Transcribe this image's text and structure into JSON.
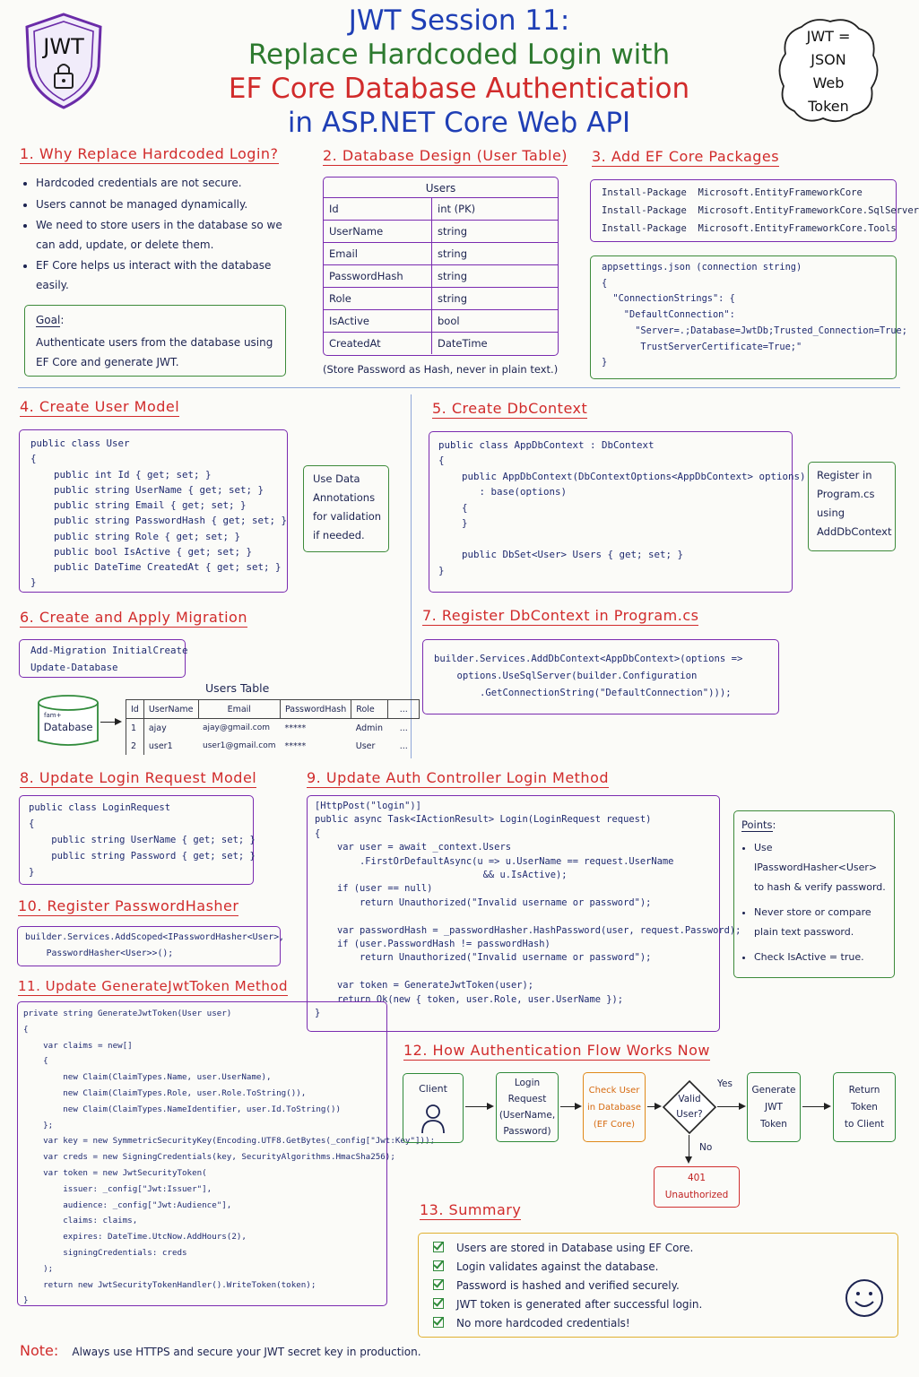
{
  "header": {
    "shield_label": "JWT",
    "title_line1": "JWT  Session 11:",
    "title_line2": "Replace Hardcoded Login with",
    "title_line3": "EF Core Database Authentication",
    "title_line4": "in ASP.NET Core Web API",
    "cloud_lines": [
      "JWT =",
      "JSON",
      "Web",
      "Token"
    ]
  },
  "s1": {
    "title": "1.  Why Replace Hardcoded Login?",
    "bullets": [
      "Hardcoded credentials are not secure.",
      "Users cannot be managed dynamically.",
      "We need to store users in the database so we can add, update, or delete them.",
      "EF Core helps us interact with the database easily."
    ],
    "goal_label": "Goal",
    "goal_colon": ":",
    "goal_text": "Authenticate users from the database using EF Core and generate JWT."
  },
  "s2": {
    "title": "2.  Database Design (User Table)",
    "table_title": "Users",
    "rows": [
      [
        "Id",
        "int (PK)"
      ],
      [
        "UserName",
        "string"
      ],
      [
        "Email",
        "string"
      ],
      [
        "PasswordHash",
        "string"
      ],
      [
        "Role",
        "string"
      ],
      [
        "IsActive",
        "bool"
      ],
      [
        "CreatedAt",
        "DateTime"
      ]
    ],
    "note": "(Store Password as Hash, never in plain text.)"
  },
  "s3": {
    "title": "3.  Add EF Core Packages",
    "packages": [
      "Install-Package  Microsoft.EntityFrameworkCore",
      "Install-Package  Microsoft.EntityFrameworkCore.SqlServer",
      "Install-Package  Microsoft.EntityFrameworkCore.Tools"
    ],
    "appsettings_code": "appsettings.json (connection string)\n{\n  \"ConnectionStrings\": {\n    \"DefaultConnection\":\n      \"Server=.;Database=JwtDb;Trusted_Connection=True;\n       TrustServerCertificate=True;\"\n}"
  },
  "s4": {
    "title": "4.  Create User Model",
    "code": "public class User\n{\n    public int Id { get; set; }\n    public string UserName { get; set; }\n    public string Email { get; set; }\n    public string PasswordHash { get; set; }\n    public string Role { get; set; }\n    public bool IsActive { get; set; }\n    public DateTime CreatedAt { get; set; }\n}",
    "side_note": "Use Data\nAnnotations\nfor validation\nif needed."
  },
  "s5": {
    "title": "5.  Create DbContext",
    "code": "public class AppDbContext : DbContext\n{\n    public AppDbContext(DbContextOptions<AppDbContext> options)\n       : base(options)\n    {\n    }\n\n    public DbSet<User> Users { get; set; }\n}",
    "side_note": "Register in\nProgram.cs\nusing\nAddDbContext"
  },
  "s6": {
    "title": "6.  Create and Apply Migration",
    "commands": "Add-Migration InitialCreate\nUpdate-Database",
    "db_label": "Database",
    "db_small": "fam+",
    "table_title": "Users  Table",
    "headers": [
      "Id",
      "UserName",
      "Email",
      "PasswordHash",
      "Role",
      "..."
    ],
    "rows": [
      [
        "1",
        "ajay",
        "ajay@gmail.com",
        "*****",
        "Admin",
        "..."
      ],
      [
        "2",
        "user1",
        "user1@gmail.com",
        "*****",
        "User",
        "..."
      ]
    ]
  },
  "s7": {
    "title": "7.  Register DbContext in Program.cs",
    "code": "builder.Services.AddDbContext<AppDbContext>(options =>\n    options.UseSqlServer(builder.Configuration\n        .GetConnectionString(\"DefaultConnection\")));"
  },
  "s8": {
    "title": "8.  Update Login Request Model",
    "code": "public class LoginRequest\n{\n    public string UserName { get; set; }\n    public string Password { get; set; }\n}"
  },
  "s9": {
    "title": "9.  Update Auth Controller Login Method",
    "code": "[HttpPost(\"login\")]\npublic async Task<IActionResult> Login(LoginRequest request)\n{\n    var user = await _context.Users\n        .FirstOrDefaultAsync(u => u.UserName == request.UserName\n                              && u.IsActive);\n    if (user == null)\n        return Unauthorized(\"Invalid username or password\");\n\n    var passwordHash = _passwordHasher.HashPassword(user, request.Password);\n    if (user.PasswordHash != passwordHash)\n        return Unauthorized(\"Invalid username or password\");\n\n    var token = GenerateJwtToken(user);\n    return Ok(new { token, user.Role, user.UserName });\n}",
    "points_title": "Points",
    "points_colon": ":",
    "points": [
      "Use IPasswordHasher<User> to hash & verify password.",
      "Never store or compare plain text password.",
      "Check IsActive = true."
    ]
  },
  "s10": {
    "title": "10.  Register PasswordHasher",
    "code": "builder.Services.AddScoped<IPasswordHasher<User>,\n    PasswordHasher<User>>();"
  },
  "s11": {
    "title": "11.  Update GenerateJwtToken Method",
    "code": "private string GenerateJwtToken(User user)\n{\n    var claims = new[]\n    {\n        new Claim(ClaimTypes.Name, user.UserName),\n        new Claim(ClaimTypes.Role, user.Role.ToString()),\n        new Claim(ClaimTypes.NameIdentifier, user.Id.ToString())\n    };\n    var key = new SymmetricSecurityKey(Encoding.UTF8.GetBytes(_config[\"Jwt:Key\"]));\n    var creds = new SigningCredentials(key, SecurityAlgorithms.HmacSha256);\n    var token = new JwtSecurityToken(\n        issuer: _config[\"Jwt:Issuer\"],\n        audience: _config[\"Jwt:Audience\"],\n        claims: claims,\n        expires: DateTime.UtcNow.AddHours(2),\n        signingCredentials: creds\n    );\n    return new JwtSecurityTokenHandler().WriteToken(token);\n}"
  },
  "s12": {
    "title": "12.  How Authentication Flow Works Now",
    "client": "Client",
    "login": "Login\nRequest\n(UserName,\nPassword)",
    "check": "Check User\nin Database\n(EF Core)",
    "valid": "Valid\nUser?",
    "yes": "Yes",
    "no": "No",
    "generate": "Generate\nJWT\nToken",
    "ret": "Return\nToken\nto Client",
    "unauth": "401\nUnauthorized"
  },
  "s13": {
    "title": "13.  Summary",
    "items": [
      "Users are stored in Database using EF Core.",
      "Login validates against the database.",
      "Password is hashed and verified securely.",
      "JWT token is generated after successful login.",
      "No more hardcoded credentials!"
    ]
  },
  "footer": {
    "note_label": "Note:",
    "note_text": "Always use HTTPS and secure your JWT secret key in production."
  },
  "colors": {
    "title_blue": "#1f3fb5",
    "title_green": "#2d7a2f",
    "title_red": "#d12b2b",
    "section_red": "#d12b2b",
    "box_purple": "#7a2bb0",
    "box_green": "#3d8a3a",
    "box_orange": "#e0891a",
    "box_gold": "#e0b030"
  }
}
